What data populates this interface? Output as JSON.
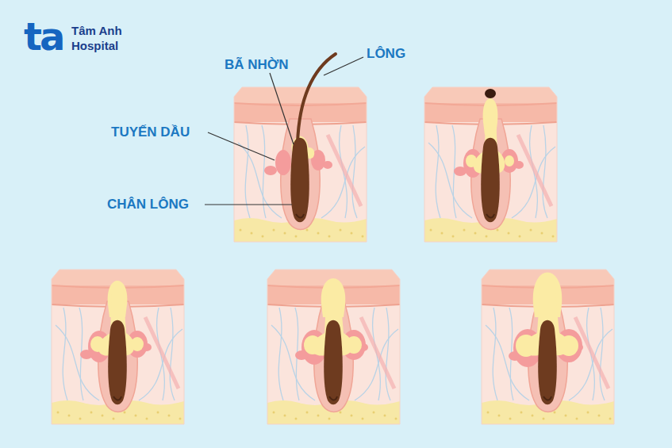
{
  "diagram": {
    "labels": [
      "ta",
      "Tâm Anh",
      "Hospital",
      "BÃ NHỜN",
      "LÔNG",
      "TUYẾN DẦU",
      "CHÂN LÔNG"
    ]
  }
}
